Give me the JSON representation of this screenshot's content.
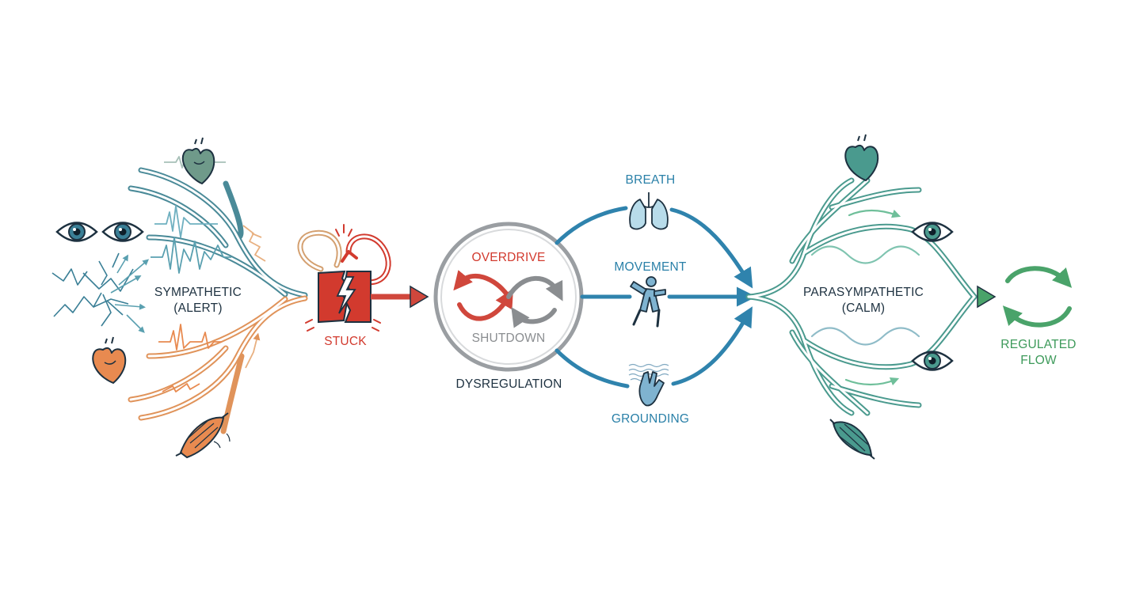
{
  "labels": {
    "sympathetic": "SYMPATHETIC",
    "sympathetic_sub": "(ALERT)",
    "stuck": "STUCK",
    "overdrive": "OVERDRIVE",
    "shutdown": "SHUTDOWN",
    "dysregulation": "DYSREGULATION",
    "breath": "BREATH",
    "movement": "MOVEMENT",
    "grounding": "GROUNDING",
    "parasympathetic": "PARASYMPATHETIC",
    "parasympathetic_sub": "(CALM)",
    "regulated": "REGULATED",
    "flow": "FLOW"
  },
  "icons": [
    "eye-icon",
    "heart-icon",
    "muscle-icon",
    "lightning-icon",
    "lungs-icon",
    "stretching-figure-icon",
    "hand-icon",
    "cycle-arrows-icon"
  ],
  "colors": {
    "sympathetic_teal": "#4a8a98",
    "sympathetic_orange": "#e0935a",
    "stuck_red": "#d23a2e",
    "overdrive_red": "#d0473c",
    "shutdown_grey": "#8a8d90",
    "intervention_blue": "#2f83ad",
    "parasympathetic_teal": "#4a9a8e",
    "regulated_green": "#4aa36a",
    "text_dark": "#1d3140"
  }
}
